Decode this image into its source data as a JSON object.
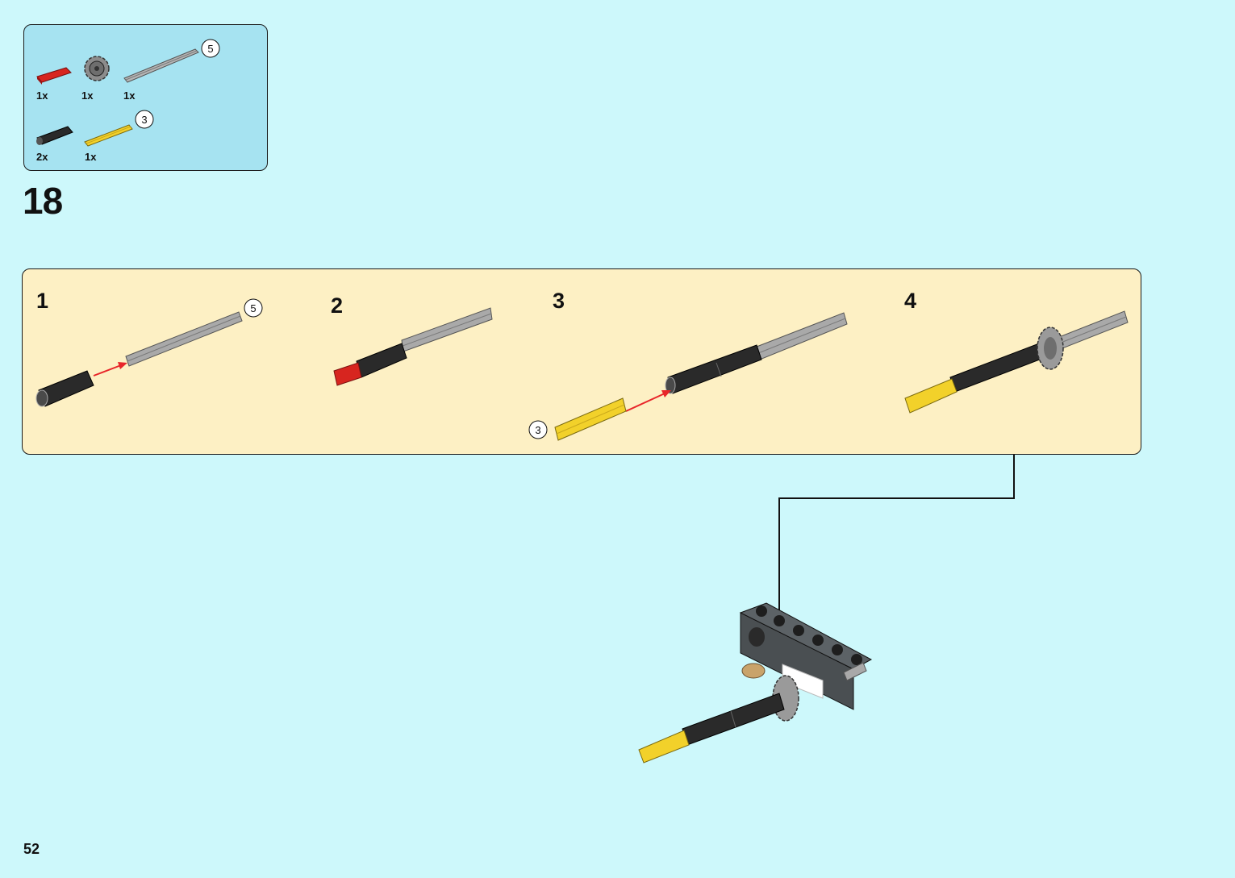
{
  "parts_list": {
    "items": [
      {
        "name": "red-connector",
        "qty": "1x",
        "color": "#d7251f"
      },
      {
        "name": "gear",
        "qty": "1x",
        "color": "#7a7a7a"
      },
      {
        "name": "grey-axle",
        "qty": "1x",
        "length": "5",
        "color": "#a9a9a9"
      },
      {
        "name": "black-bush",
        "qty": "2x",
        "color": "#2a2a2a"
      },
      {
        "name": "yellow-axle",
        "qty": "1x",
        "length": "3",
        "color": "#f2d12a"
      }
    ]
  },
  "step": {
    "number": "18"
  },
  "substeps": [
    {
      "number": "1",
      "callout": "5"
    },
    {
      "number": "2"
    },
    {
      "number": "3",
      "callout": "3"
    },
    {
      "number": "4"
    }
  ],
  "page": {
    "number": "52"
  },
  "colors": {
    "background": "#cdf8fb",
    "parts_box": "#a6e3f1",
    "substeps_box": "#fdf0c4",
    "arrow": "#e8262a"
  }
}
